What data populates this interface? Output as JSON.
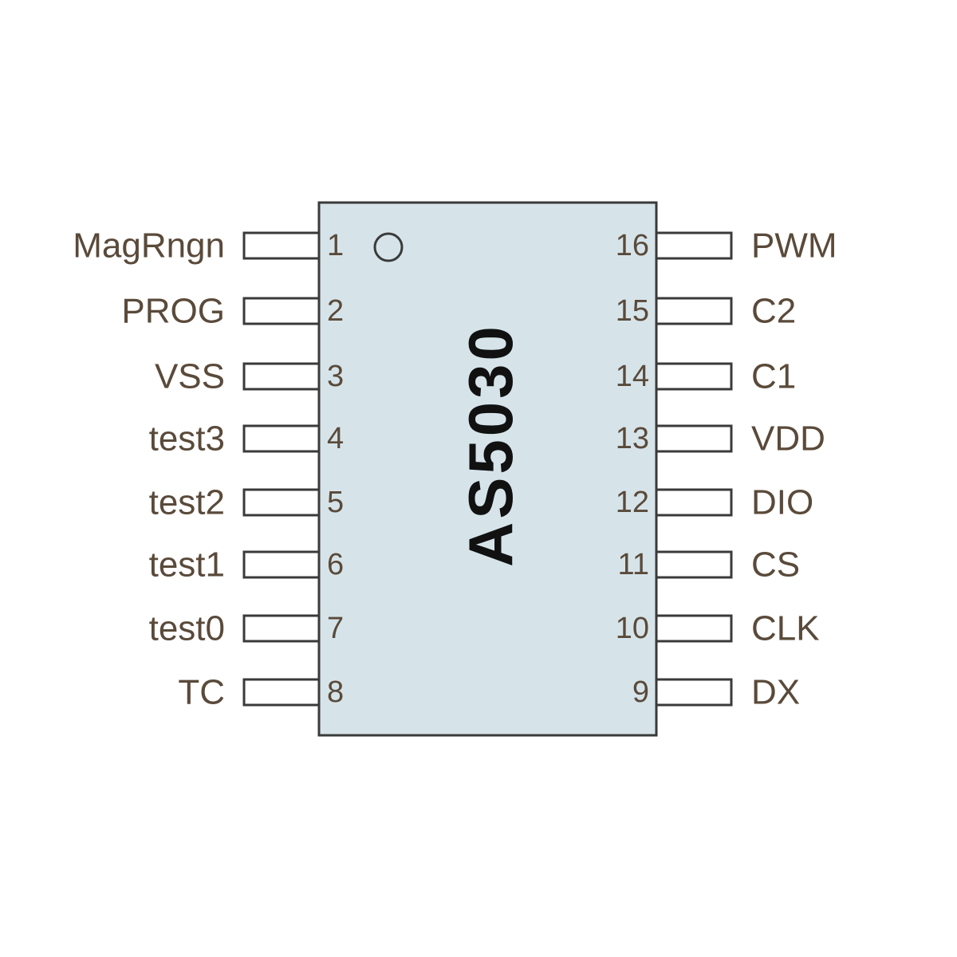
{
  "chip": {
    "part_number": "AS5030",
    "body_color": "#d6e4ea",
    "outline_color": "#3a3a3a"
  },
  "pins_left": [
    {
      "number": "1",
      "name": "MagRngn"
    },
    {
      "number": "2",
      "name": "PROG"
    },
    {
      "number": "3",
      "name": "VSS"
    },
    {
      "number": "4",
      "name": "test3"
    },
    {
      "number": "5",
      "name": "test2"
    },
    {
      "number": "6",
      "name": "test1"
    },
    {
      "number": "7",
      "name": "test0"
    },
    {
      "number": "8",
      "name": "TC"
    }
  ],
  "pins_right": [
    {
      "number": "16",
      "name": "PWM"
    },
    {
      "number": "15",
      "name": "C2"
    },
    {
      "number": "14",
      "name": "C1"
    },
    {
      "number": "13",
      "name": "VDD"
    },
    {
      "number": "12",
      "name": "DIO"
    },
    {
      "number": "11",
      "name": "CS"
    },
    {
      "number": "10",
      "name": "CLK"
    },
    {
      "number": "9",
      "name": "DX"
    }
  ]
}
